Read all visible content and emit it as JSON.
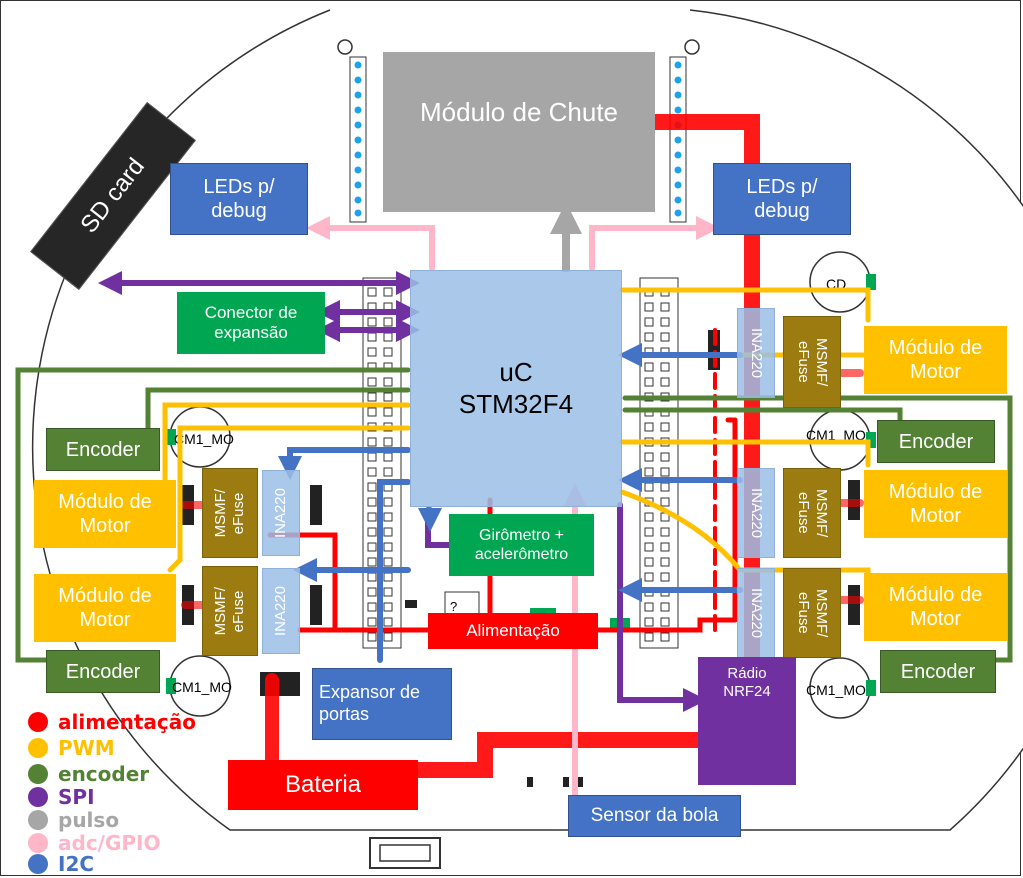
{
  "blocks": {
    "modulo_chute": "Módulo de Chute",
    "sd_card": "SD card",
    "leds_left": "LEDs p/\ndebug",
    "leds_right": "LEDs p/\ndebug",
    "conector": "Conector de\nexpansão",
    "uc": "uC\nSTM32F4",
    "encoder_tl": "Encoder",
    "encoder_tr": "Encoder",
    "encoder_bl": "Encoder",
    "encoder_br": "Encoder",
    "motor_l1": "Módulo de\nMotor",
    "motor_l2": "Módulo de\nMotor",
    "motor_r1": "Módulo de\nMotor",
    "motor_r2": "Módulo de\nMotor",
    "motor_r3": "Módulo de\nMotor",
    "msmf": "MSMF/\neFuse",
    "ina": "INA220",
    "giro": "Girômetro +\nacelerômetro",
    "alimentacao": "Alimentação",
    "expansor": "Expansor de\nportas",
    "radio": "Rádio\nNRF24",
    "bateria": "Bateria",
    "sensor_bola": "Sensor da bola"
  },
  "silkscreen": {
    "cd": "CD",
    "cm1_mo_1": "CM1_MO",
    "cm1_mo_2": "CM1_MO",
    "cm1_mo_3": "CM1_MO",
    "cm1_mo_4": "CM1_MO"
  },
  "legend": [
    {
      "label": "alimentação",
      "color": "#ff0000"
    },
    {
      "label": "PWM",
      "color": "#ffc000"
    },
    {
      "label": "encoder",
      "color": "#548235"
    },
    {
      "label": "SPI",
      "color": "#7030a0"
    },
    {
      "label": "pulso",
      "color": "#a6a6a6"
    },
    {
      "label": "adc/GPIO",
      "color": "#ffb6c8"
    },
    {
      "label": "I2C",
      "color": "#4472c4"
    }
  ],
  "colors": {
    "power": "#ff0000",
    "pwm": "#ffc000",
    "encoder": "#548235",
    "spi": "#7030a0",
    "pulse": "#a6a6a6",
    "gpio": "#ffb6c8",
    "i2c": "#4472c4"
  }
}
